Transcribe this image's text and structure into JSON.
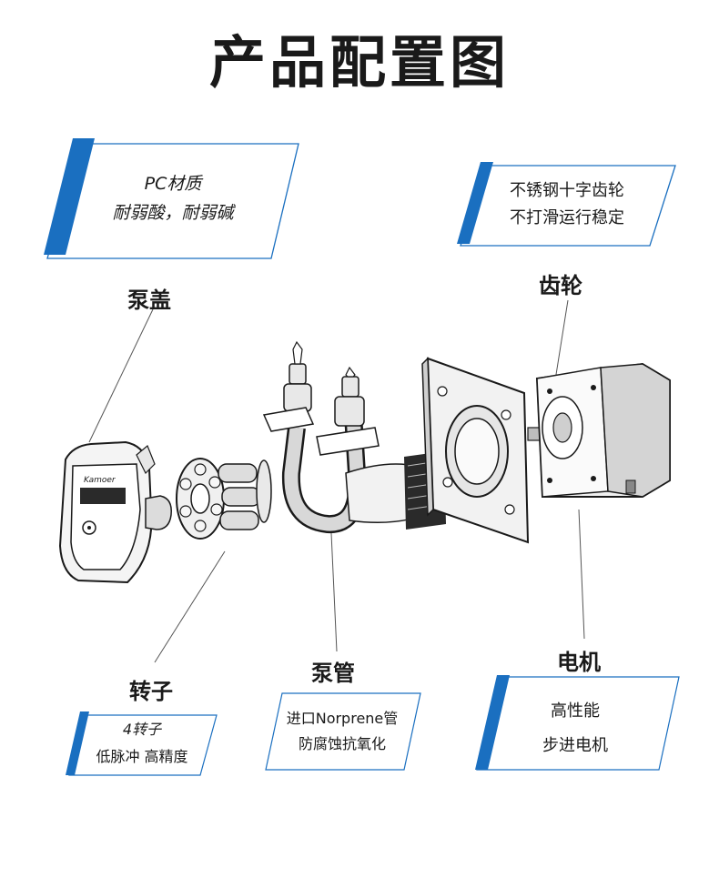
{
  "title": "产品配置图",
  "callouts": {
    "pump_cover": {
      "line1": "PC材质",
      "line2": "耐弱酸，耐弱碱"
    },
    "gear": {
      "line1": "不锈钢十字齿轮",
      "line2": "不打滑运行稳定"
    },
    "rotor": {
      "line1": "4转子",
      "line2": "低脉冲 高精度"
    },
    "tube": {
      "line1": "进口Norprene管",
      "line2": "防腐蚀抗氧化"
    },
    "motor": {
      "line1": "高性能",
      "line2": "步进电机"
    }
  },
  "labels": {
    "pump_cover": "泵盖",
    "gear": "齿轮",
    "rotor": "转子",
    "tube": "泵管",
    "motor": "电机"
  },
  "brand_logo_text": "Kamoer",
  "colors": {
    "accent": "#1a6fc0",
    "ink": "#1a1a1a",
    "line": "#555555"
  }
}
